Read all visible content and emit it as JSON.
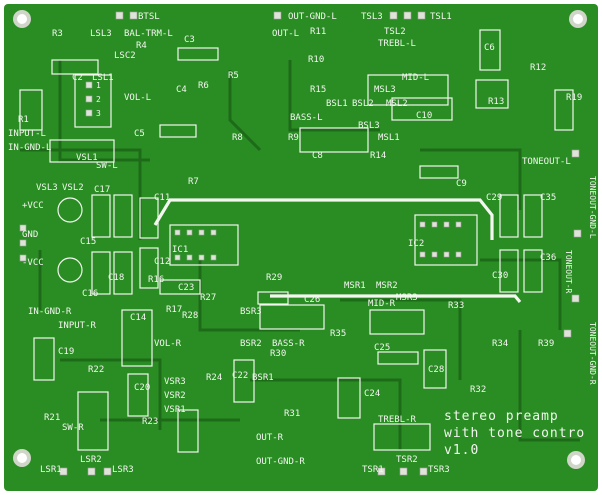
{
  "board": {
    "colors": {
      "board": "#2a8d24",
      "trace": "#1d6b18",
      "silkscreen": "#f2f6ee",
      "pad": "#dfe4d8",
      "background": "#ffffff"
    },
    "title_lines": [
      "stereo preamp",
      "with tone contro",
      "v1.0"
    ]
  },
  "labels": {
    "btsl": "BTSL",
    "out_gnd_l": "OUT-GND-L",
    "tsl3": "TSL3",
    "tsl1": "TSL1",
    "r3": "R3",
    "lsl3": "LSL3",
    "bal_trm_l": "BAL-TRM-L",
    "r4": "R4",
    "lsc2": "LSC2",
    "c3": "C3",
    "out_l": "OUT-L",
    "r11": "R11",
    "tsl2": "TSL2",
    "trebl_l": "TREBL-L",
    "c6": "C6",
    "c2": "C2",
    "lsl1": "LSL1",
    "vol_l": "VOL-L",
    "r5": "R5",
    "r10": "R10",
    "r12": "R12",
    "c4": "C4",
    "r6": "R6",
    "msl3": "MSL3",
    "mid_l": "MID-L",
    "r13": "R13",
    "r15": "R15",
    "bsl1": "BSL1",
    "bsl2": "BSL2",
    "msl2": "MSL2",
    "r1": "R1",
    "r19": "R19",
    "input_l": "INPUT-L",
    "c5": "C5",
    "bass_l": "BASS-L",
    "bsl3": "BSL3",
    "c10": "C10",
    "r8": "R8",
    "r9": "R9",
    "msl1": "MSL1",
    "in_gnd_l": "IN-GND-L",
    "vsl1": "VSL1",
    "sw_l": "SW-L",
    "c8": "C8",
    "r14": "R14",
    "toneout_l": "TONEOUT-L",
    "r7": "R7",
    "c9": "C9",
    "vsl3": "VSL3",
    "vsl2": "VSL2",
    "c17": "C17",
    "c11": "C11",
    "c29": "C29",
    "c35": "C35",
    "vcc_pos": "+VCC",
    "toneout_gnd_l": "TONEOUT-GND-L",
    "gnd": "GND",
    "c15": "C15",
    "ic1": "IC1",
    "ic2": "IC2",
    "c12": "C12",
    "c36": "C36",
    "vcc_neg": "-VCC",
    "toneout_r": "TONEOUT-R",
    "c18": "C18",
    "r29": "R29",
    "c30": "C30",
    "c16": "C16",
    "r27": "R27",
    "msr1": "MSR1",
    "msr2": "MSR2",
    "c23": "C23",
    "c26": "C26",
    "in_gnd_r": "IN-GND-R",
    "bsr3": "BSR3",
    "msr3": "MSR3",
    "r33": "R33",
    "r16": "R16",
    "r17": "R17",
    "mid_r": "MID-R",
    "input_r": "INPUT-R",
    "r28": "R28",
    "r35": "R35",
    "c19": "C19",
    "c14": "C14",
    "bsr2": "BSR2",
    "bass_r": "BASS-R",
    "c25": "C25",
    "r34": "R34",
    "r39": "R39",
    "toneout_gnd_r": "TONEOUT-GND-R",
    "vol_r": "VOL-R",
    "r30": "R30",
    "r22": "R22",
    "c20": "C20",
    "c22": "C22",
    "bsr1": "BSR1",
    "c28": "C28",
    "r24": "R24",
    "c24": "C24",
    "r32": "R32",
    "sw_r": "SW-R",
    "r21": "R21",
    "r23": "R23",
    "vsr3": "VSR3",
    "vsr2": "VSR2",
    "vsr1": "VSR1",
    "r31": "R31",
    "trebl_r": "TREBL-R",
    "lsr2": "LSR2",
    "out_r": "OUT-R",
    "lsr1": "LSR1",
    "lsr3": "LSR3",
    "out_gnd_r": "OUT-GND-R",
    "tsr1": "TSR1",
    "tsr2": "TSR2",
    "tsr3": "TSR3",
    "pin_a": "1",
    "pin_b": "2",
    "pin_c": "3"
  }
}
